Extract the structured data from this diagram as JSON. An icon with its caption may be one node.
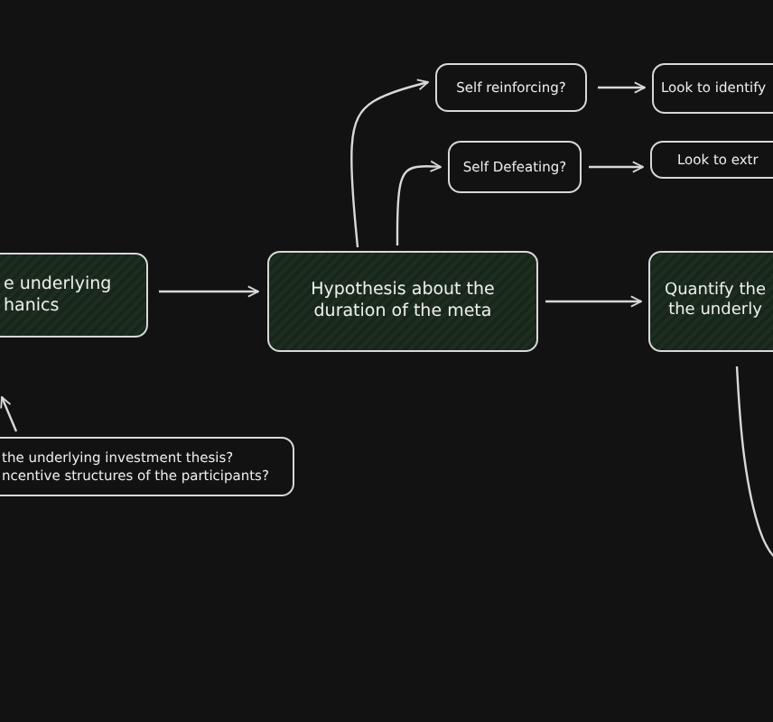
{
  "diagram": {
    "nodes": [
      {
        "text": [
          "e underlying hanics"
        ]
      },
      {
        "text": [
          "Hypothesis about the duration of the meta"
        ]
      },
      {
        "text": [
          "Self reinforcing?"
        ]
      },
      {
        "text": [
          "Self Defeating?"
        ]
      },
      {
        "text": [
          "Look to identify"
        ]
      },
      {
        "text": [
          "Look to extr"
        ]
      },
      {
        "text": [
          "Quantify the the underly"
        ]
      },
      {
        "text": [
          "the underlying investment thesis? ncentive structures of the participants?"
        ]
      }
    ],
    "edges": [
      {
        "from": 0,
        "to": 1,
        "arrow": "to"
      },
      {
        "from": 1,
        "to": 2,
        "arrow": "to"
      },
      {
        "from": 1,
        "to": 3,
        "arrow": "to"
      },
      {
        "from": 2,
        "to": 4,
        "arrow": "to"
      },
      {
        "from": 3,
        "to": 5,
        "arrow": "to"
      },
      {
        "from": 1,
        "to": 6,
        "arrow": "to"
      },
      {
        "from": 6,
        "to": null,
        "arrow": "none"
      },
      {
        "from": 7,
        "to": null,
        "arrow": "to"
      }
    ]
  }
}
